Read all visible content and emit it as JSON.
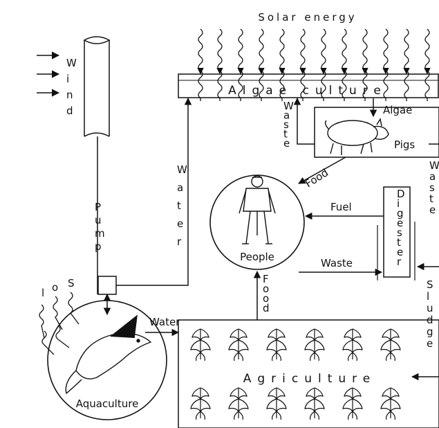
{
  "title": "Solar energy",
  "nodes": {
    "algae_culture": "Algae culture",
    "pigs": "Pigs",
    "people": "People",
    "digester": "Digester",
    "agriculture": "Agriculture",
    "aquaculture": "Aquaculture",
    "pump": "Pump",
    "wind": "Wind"
  },
  "flows": {
    "algae": "Algae",
    "waste_left": "Waste",
    "waste_right": "Waste",
    "water_pump": "Water",
    "food_pigs": "Food",
    "fuel": "Fuel",
    "waste_people": "Waste",
    "food_agri": "Food",
    "water_aqua": "Water",
    "sludge": "Sludge",
    "sol": "Sol"
  }
}
